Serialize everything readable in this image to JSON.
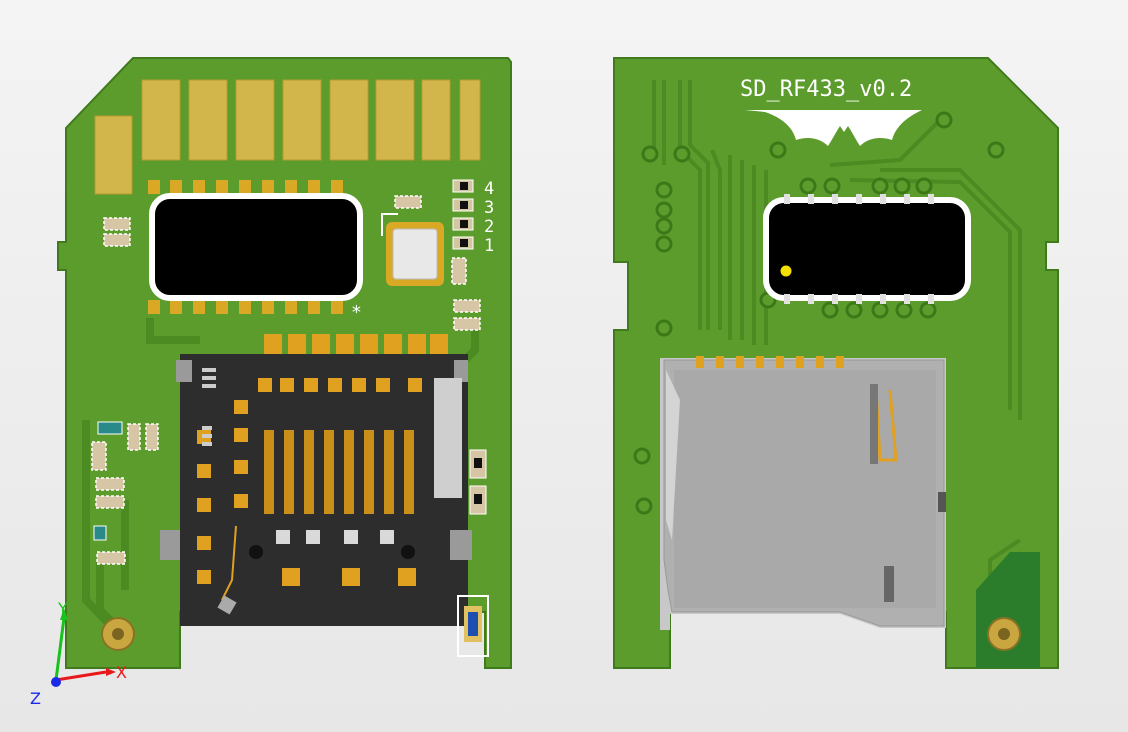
{
  "board_top": {
    "pin_labels": [
      "4",
      "3",
      "2",
      "1"
    ]
  },
  "board_bottom": {
    "board_name": "SD_RF433_v0.2"
  },
  "axes": {
    "x_label": "X",
    "y_label": "Y",
    "z_label": "Z",
    "colors": {
      "x": "#e8191b",
      "y": "#19c21c",
      "z": "#1a2ae8"
    }
  },
  "colors": {
    "pcb": "#5f9f2f",
    "pcb_trace": "#4d8a22",
    "gold": "#d4b84a",
    "pad_orange": "#e0a020",
    "chip": "#000000",
    "socket": "#2e2e2e",
    "socket_bottom": "#a9a9a9"
  }
}
